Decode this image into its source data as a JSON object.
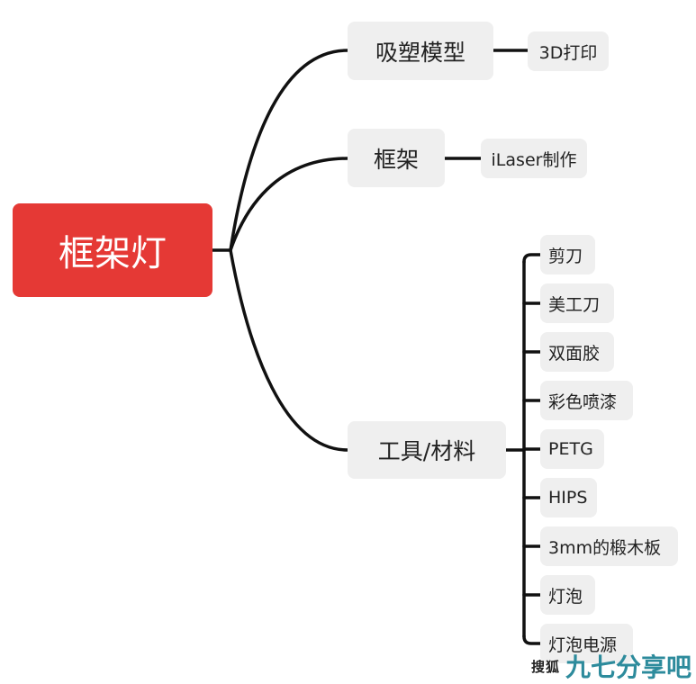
{
  "diagram": {
    "root": {
      "label": "框架灯"
    },
    "branches": [
      {
        "label": "吸塑模型",
        "children": [
          "3D打印"
        ]
      },
      {
        "label": "框架",
        "children": [
          "iLaser制作"
        ]
      },
      {
        "label": "工具/材料",
        "children": [
          "剪刀",
          "美工刀",
          "双面胶",
          "彩色喷漆",
          "PETG",
          "HIPS",
          "3mm的椴木板",
          "灯泡",
          "灯泡电源"
        ]
      }
    ]
  },
  "colors": {
    "root_fill": "#e53935",
    "node_fill": "#efefef",
    "line": "#111111",
    "watermark": "#2d8b9c"
  },
  "watermark": {
    "small": "搜狐",
    "big": "九七分享吧"
  }
}
